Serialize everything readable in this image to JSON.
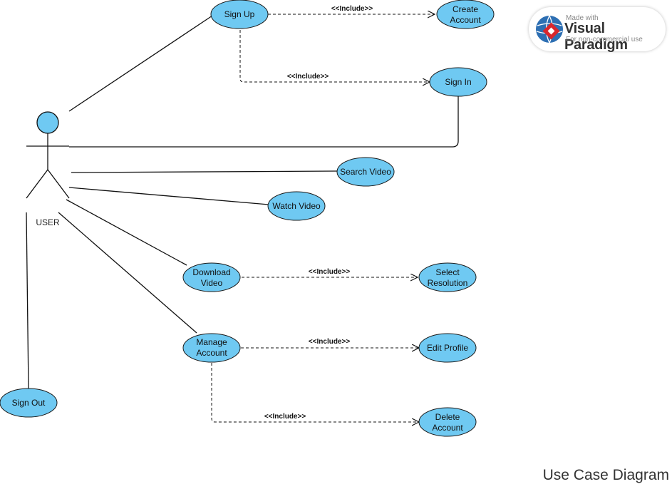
{
  "diagram": {
    "actor": {
      "label": "USER"
    },
    "use_cases": {
      "sign_up": [
        "Sign Up"
      ],
      "create_account": [
        "Create",
        "Account"
      ],
      "sign_in": [
        "Sign In"
      ],
      "search_video": [
        "Search Video"
      ],
      "watch_video": [
        "Watch Video"
      ],
      "download_video": [
        "Download",
        "Video"
      ],
      "select_resolution": [
        "Select",
        "Resolution"
      ],
      "manage_account": [
        "Manage",
        "Account"
      ],
      "edit_profile": [
        "Edit Profile"
      ],
      "delete_account": [
        "Delete",
        "Account"
      ],
      "sign_out": [
        "Sign Out"
      ]
    },
    "include_label": "<<Include>>",
    "title": "Use Case Diagram",
    "colors": {
      "use_case_fill": "#6fc9f2",
      "line": "#111111"
    }
  },
  "watermark": {
    "made_with": "Made with",
    "brand": "Visual Paradigm",
    "note": "For non-commercial use"
  }
}
